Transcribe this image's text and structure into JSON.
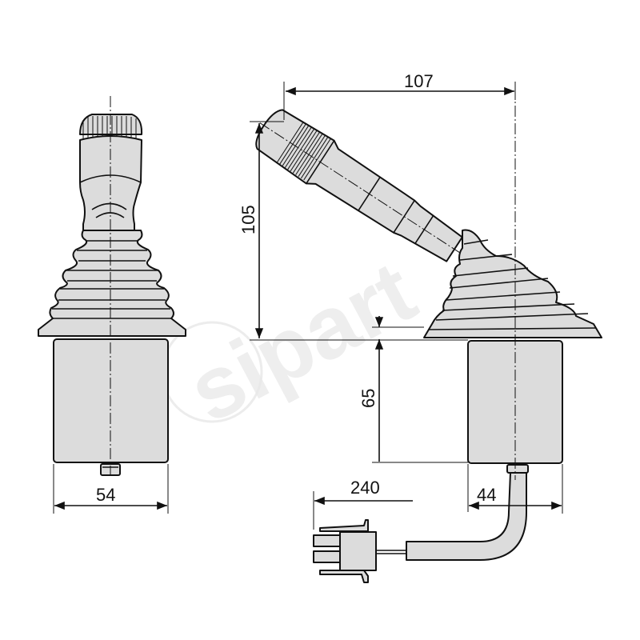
{
  "drawing": {
    "subject": "joystick",
    "views": [
      "front-view",
      "side-view-tilted"
    ],
    "colors": {
      "part_fill": "#dcdcdc",
      "outline": "#111111",
      "background": "#ffffff",
      "watermark": "#e9e9e9"
    }
  },
  "dimensions": {
    "front_width": "54",
    "lever_horizontal_reach": "107",
    "lever_height": "105",
    "housing_height": "65",
    "housing_width_side": "44",
    "cable_length": "240"
  },
  "watermark": {
    "text": "sipart"
  }
}
